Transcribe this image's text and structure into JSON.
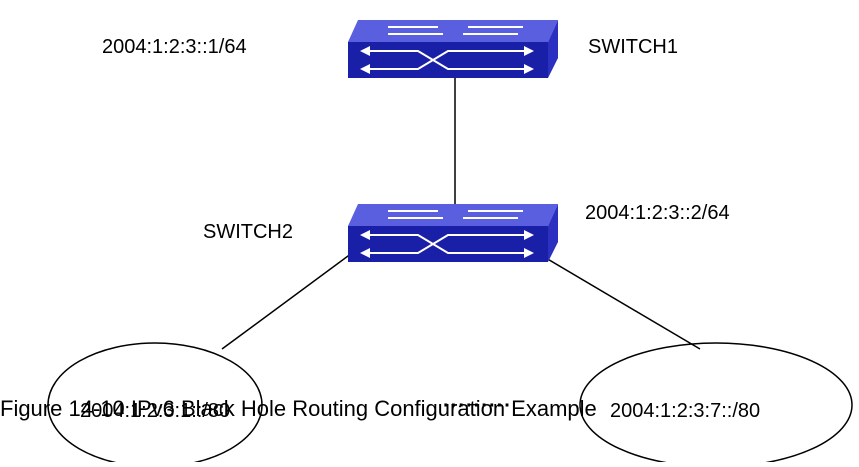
{
  "diagram": {
    "switch1": {
      "name": "SWITCH1",
      "address": "2004:1:2:3::1/64",
      "icon": "network-switch-icon"
    },
    "switch2": {
      "name": "SWITCH2",
      "address": "2004:1:2:3::2/64",
      "icon": "network-switch-icon"
    },
    "networks": [
      {
        "prefix": "2004:1:2:3:1::/80"
      },
      {
        "prefix": "2004:1:2:3:7::/80"
      }
    ],
    "ellipsis": "·········",
    "colors": {
      "switch_top": "#5a5fe0",
      "switch_front": "#1a1fa8",
      "switch_side": "#2b30c0",
      "switch_glyph": "#ffffff",
      "line": "#000000"
    }
  },
  "caption": "Figure 14-10 IPv6 Black Hole Routing Configuration Example"
}
